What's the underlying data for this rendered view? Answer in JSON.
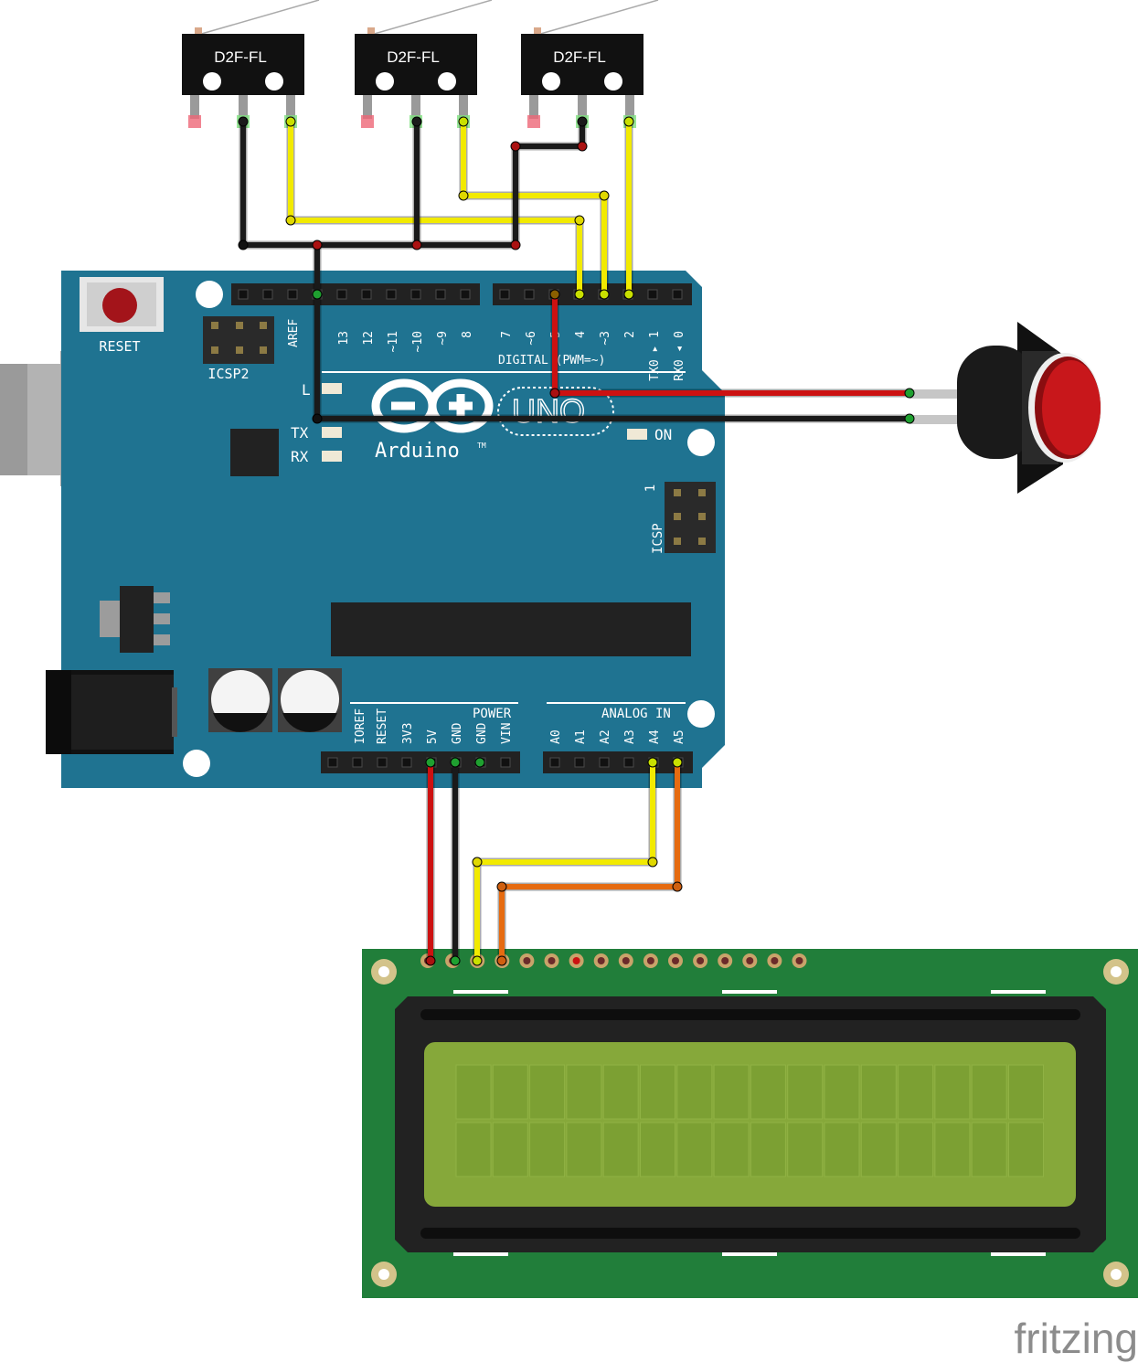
{
  "switches": [
    {
      "label": "D2F-FL"
    },
    {
      "label": "D2F-FL"
    },
    {
      "label": "D2F-FL"
    }
  ],
  "arduino": {
    "reset_label": "RESET",
    "icsp2_label": "ICSP2",
    "icsp_label": "ICSP",
    "icsp_pin1_label": "1",
    "aref_label": "AREF",
    "digital_pins_left": [
      "13",
      "12",
      "~11",
      "~10",
      "~9",
      "8"
    ],
    "digital_pins_right": [
      "7",
      "~6",
      "~5",
      "4",
      "~3",
      "2",
      "TX0 ▸ 1",
      "RX0 ◂ 0"
    ],
    "digital_label": "DIGITAL (PWM=~)",
    "led_l_label": "L",
    "tx_label": "TX",
    "rx_label": "RX",
    "on_label": "ON",
    "logo_text": "Arduino",
    "tm_mark": "TM",
    "uno_label": "UNO",
    "power_label": "POWER",
    "analog_label": "ANALOG IN",
    "power_pins": [
      "IOREF",
      "RESET",
      "3V3",
      "5V",
      "GND",
      "GND",
      "VIN"
    ],
    "analog_pins": [
      "A0",
      "A1",
      "A2",
      "A3",
      "A4",
      "A5"
    ]
  },
  "watermark": "fritzing",
  "colors": {
    "board": "#1f7391",
    "wire_black": "#1a1a1a",
    "wire_red": "#cc1111",
    "wire_yellow": "#f2ea00",
    "wire_orange": "#e66b10",
    "lcd_pcb": "#217e3a",
    "lcd_screen": "#86a83a",
    "button_cap": "#c8171b"
  }
}
